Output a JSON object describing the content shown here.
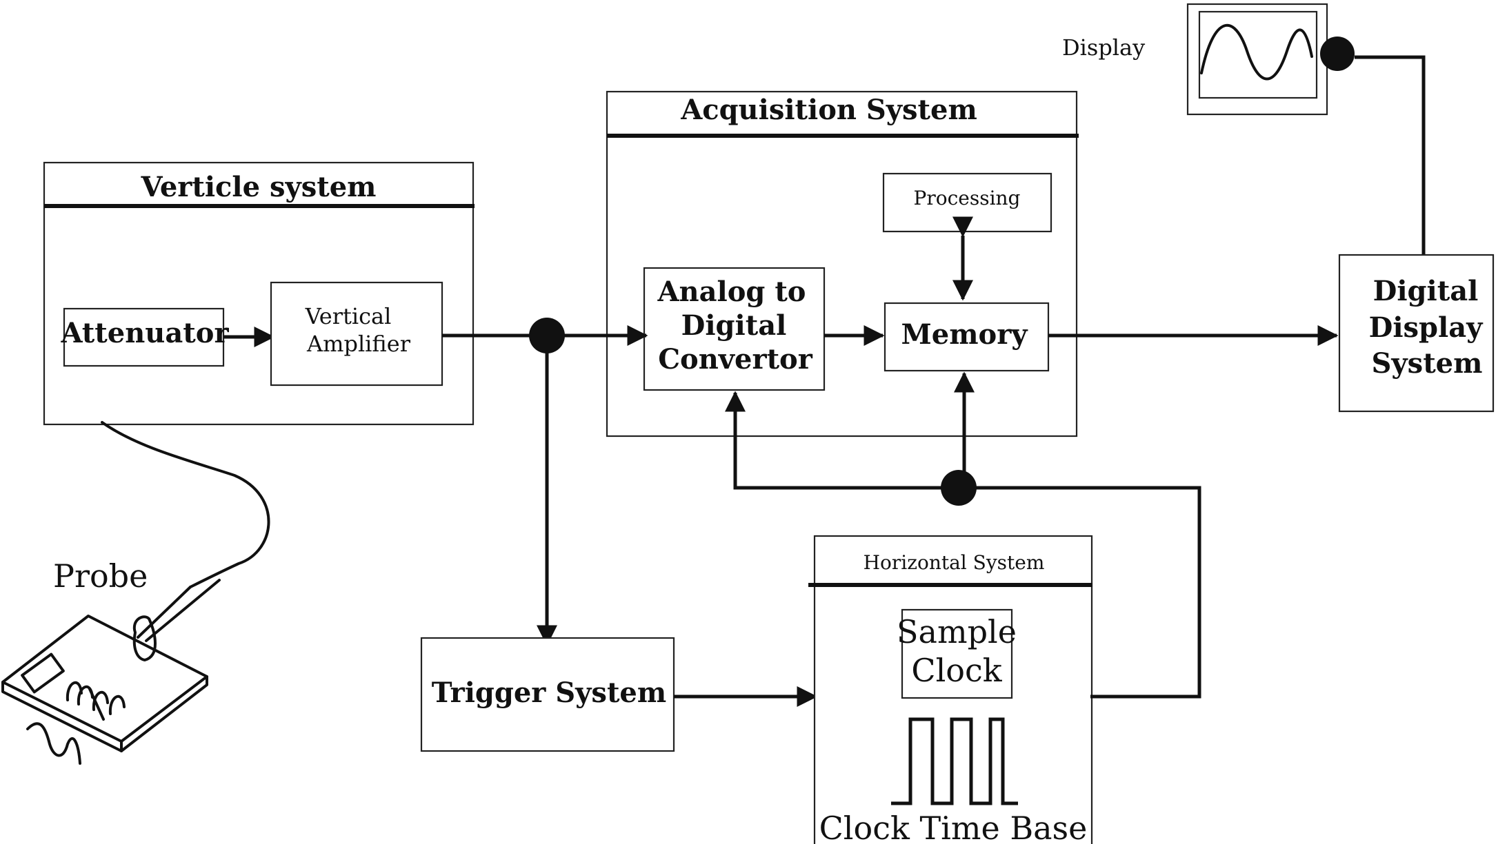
{
  "labels": {
    "display": "Display",
    "acquisition_system": "Acquisition System",
    "verticle_system": "Verticle system",
    "processing": "Processing",
    "attenuator": "Attenuator",
    "vertical_amplifier": [
      "Vertical",
      "Amplifier"
    ],
    "adc": [
      "Analog to",
      "Digital",
      "Convertor"
    ],
    "memory": "Memory",
    "digital_display_system": [
      "Digital",
      "Display",
      "System"
    ],
    "probe": "Probe",
    "trigger_system": "Trigger System",
    "horizontal_system": "Horizontal System",
    "sample_clock": [
      "Sample",
      "Clock"
    ],
    "clock_time_base": "Clock Time Base"
  }
}
